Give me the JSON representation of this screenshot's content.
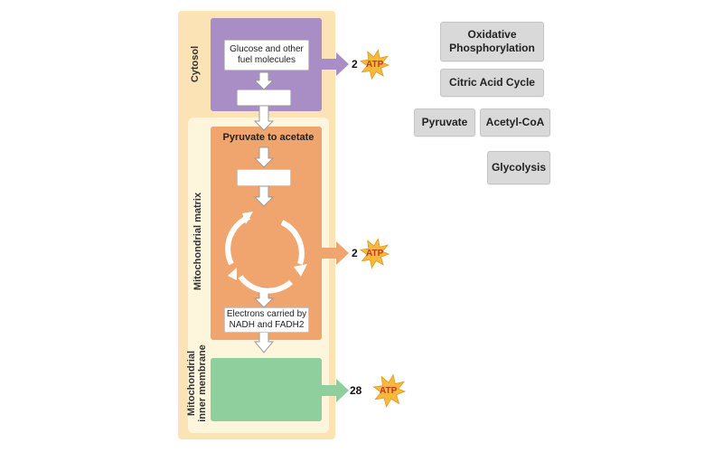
{
  "regions": {
    "cytosol": "Cytosol",
    "matrix": "Mitochondrial matrix",
    "inner_membrane_line1": "Mitochondrial",
    "inner_membrane_line2": "inner membrane"
  },
  "boxes": {
    "glucose": "Glucose and other fuel molecules",
    "pyruvate_to_acetate": "Pyruvate to acetate",
    "electrons": "Electrons carried by NADH and FADH2"
  },
  "atp": {
    "label": "ATP",
    "glycolysis_yield": "2",
    "citric_yield": "2",
    "oxidative_yield": "28"
  },
  "label_bank": {
    "oxidative": "Oxidative Phosphorylation",
    "citric": "Citric Acid Cycle",
    "pyruvate": "Pyruvate",
    "acetyl": "Acetyl-CoA",
    "glycolysis": "Glycolysis"
  },
  "colors": {
    "purple": "#a98ec6",
    "orange": "#f0a56e",
    "green": "#8fcf9e",
    "atp_star": "#f6b93b",
    "atp_text": "#c0392b"
  }
}
